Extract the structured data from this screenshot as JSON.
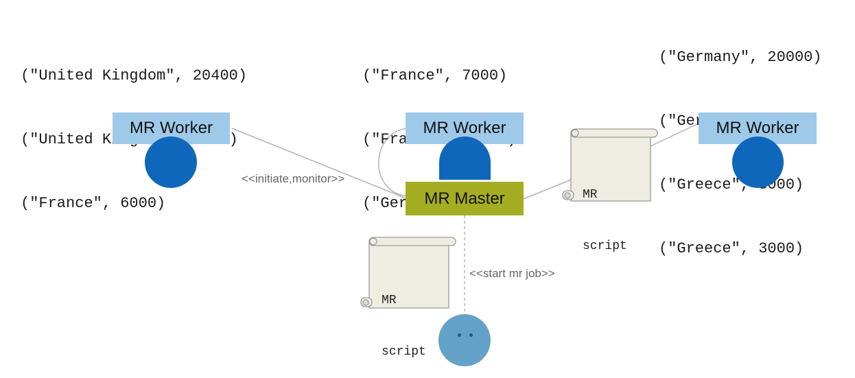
{
  "records": {
    "left": [
      "(\"United Kingdom\", 20400)",
      "(\"United Kingdom\", 5000)",
      "(\"France\", 6000)"
    ],
    "middle": [
      "(\"France\", 7000)",
      "(\"France\", 13000)",
      "(\"Germany\", 8000)"
    ],
    "right": [
      "(\"Germany\", 20000)",
      "(\"Germany\", 8000)",
      "(\"Greece\", 8000)",
      "(\"Greece\", 3000)"
    ]
  },
  "workers": {
    "left_label": "MR Worker",
    "middle_label": "MR Worker",
    "right_label": "MR Worker"
  },
  "master": {
    "label": "MR Master"
  },
  "connectors": {
    "initiate_monitor": "<<initiate,monitor>>",
    "start_job": "<<start mr job>>"
  },
  "scripts": {
    "right": {
      "line1": "MR",
      "line2": "script"
    },
    "bottom": {
      "line1": "MR",
      "line2": "script"
    }
  },
  "colors": {
    "worker_label_bg": "#9fc9e9",
    "worker_node": "#0f67bb",
    "master_bg": "#a5ad22",
    "user": "#64a2c9",
    "scroll_fill": "#efede2"
  }
}
